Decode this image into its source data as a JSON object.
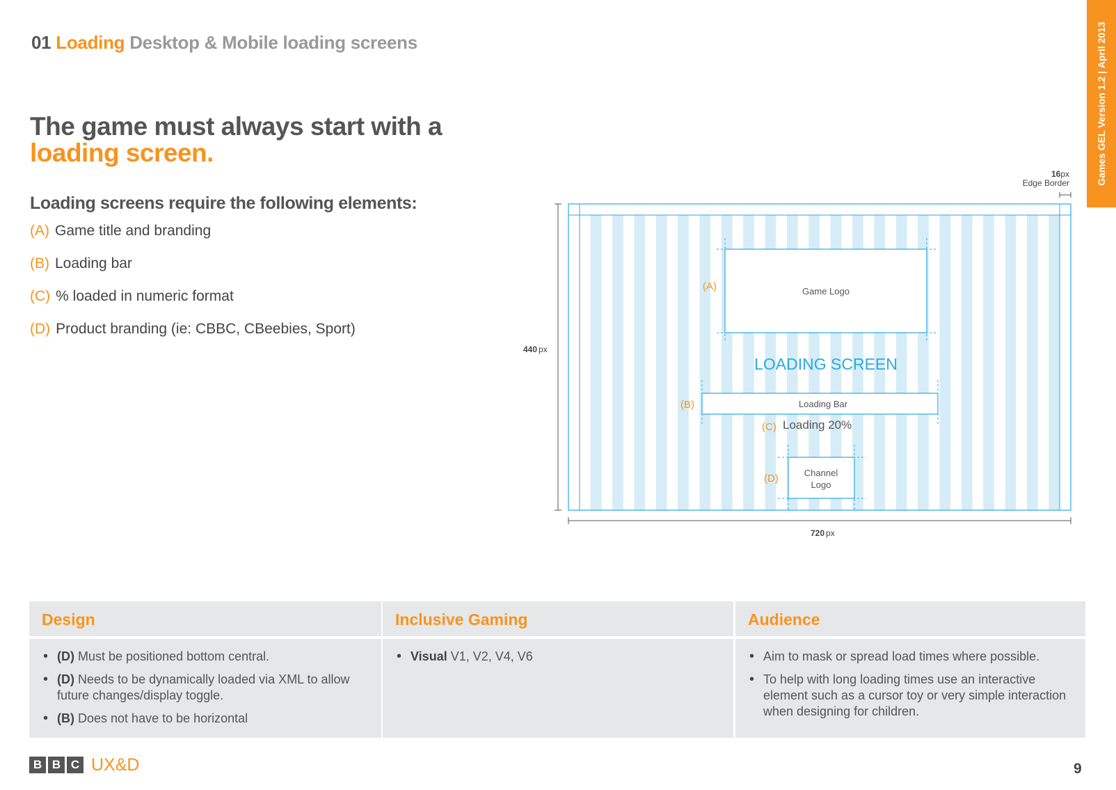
{
  "header": {
    "number": "01",
    "section": "Loading",
    "subtitle": "Desktop & Mobile loading screens"
  },
  "sidetab": {
    "brand": "Games GEL Version 1.2",
    "separator": "|",
    "date": "April 2013"
  },
  "headline": {
    "line1": "The game must always start with a",
    "line2": "loading screen."
  },
  "requirements": {
    "title": "Loading screens require the following elements:",
    "items": [
      {
        "tag": "(A)",
        "text": "Game title and branding"
      },
      {
        "tag": "(B)",
        "text": "Loading bar"
      },
      {
        "tag": "(C)",
        "text": "% loaded in numeric format"
      },
      {
        "tag": "(D)",
        "text": "Product branding (ie: CBBC, CBeebies, Sport)"
      }
    ]
  },
  "diagram": {
    "edge_value": "16",
    "edge_unit": "px",
    "edge_label": "Edge Border",
    "height_value": "440",
    "height_unit": "px",
    "width_value": "720",
    "width_unit": "px",
    "tag_a": "(A)",
    "game_logo": "Game Logo",
    "screen_title": "LOADING SCREEN",
    "tag_b": "(B)",
    "loading_bar": "Loading Bar",
    "tag_c": "(C)",
    "loading_text": "Loading 20%",
    "tag_d": "(D)",
    "channel_logo_1": "Channel",
    "channel_logo_2": "Logo"
  },
  "panels": {
    "design": {
      "title": "Design",
      "items": [
        {
          "tag": "(D)",
          "text": "Must be positioned bottom central."
        },
        {
          "tag": "(D)",
          "text": "Needs to be dynamically loaded via XML to allow future changes/display toggle."
        },
        {
          "tag": "(B)",
          "text": "Does not have to be horizontal"
        }
      ]
    },
    "inclusive": {
      "title": "Inclusive Gaming",
      "items": [
        {
          "tag": "Visual",
          "text": "V1, V2, V4, V6"
        }
      ]
    },
    "audience": {
      "title": "Audience",
      "items": [
        {
          "text": "Aim to mask or spread load times where possible."
        },
        {
          "text": "To help with long loading times use an interactive element such as a cursor toy or very simple interaction when designing for children."
        }
      ]
    }
  },
  "footer": {
    "bbc_letters": [
      "B",
      "B",
      "C"
    ],
    "uxd": "UX&D",
    "page_number": "9"
  },
  "colors": {
    "accent": "#f7931e",
    "stripe": "#d6ecf7",
    "guide": "#29abe2",
    "panel_bg": "#e6e7e8",
    "text": "#555555"
  }
}
